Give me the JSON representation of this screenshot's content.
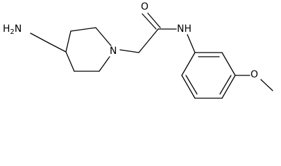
{
  "molecule": {
    "atoms": {
      "amine": {
        "main": "H",
        "sub": "2",
        "tail": "N"
      },
      "ring_n": "N",
      "carbonyl_o": "O",
      "amide_nh": "NH",
      "ether_o": "O"
    }
  }
}
